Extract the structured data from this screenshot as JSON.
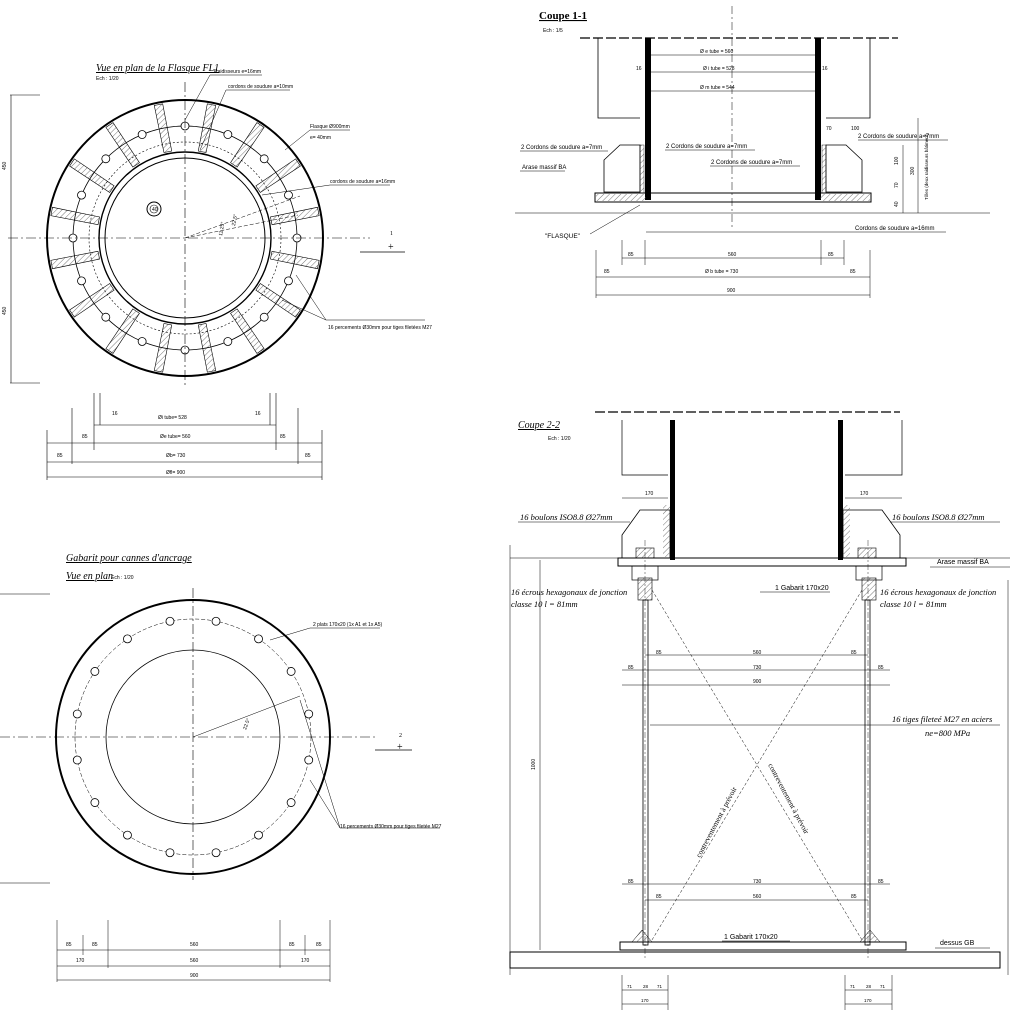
{
  "plan_view": {
    "title": "Vue en plan de la Flasque  FL1",
    "scale": "Ech : 1/20",
    "labels": {
      "raidisseurs": "Raidisseurs e=16mm",
      "cordons10": "cordons de soudure a=10mm",
      "flasque1": "Flasque Ø900mm",
      "flasque2": "e= 40mm",
      "cordon16": "cordons de soudure a=16mm",
      "percements": "16 percements Ø30mm pour tiges filetées M27",
      "hole": "40",
      "angle1": "22.5°",
      "angle2": "11.25°",
      "section_mark": "1"
    },
    "vdims": [
      "450",
      "450"
    ],
    "dims": {
      "t16a": "16",
      "t16b": "16",
      "ti": "Øi tube=  528",
      "a85a": "85",
      "a85b": "85",
      "te": "Øe tube=  560",
      "b85a": "85",
      "b85b": "85",
      "tb": "Øb=  730",
      "tfl": "Øfl=  900"
    }
  },
  "coupe11": {
    "title": "Coupe 1-1",
    "scale": "Ech : 1/5",
    "labels": {
      "oe": "Ø e tube = 560",
      "oi": "Ø i tube = 528",
      "om": "Ø m tube = 544",
      "s16a": "16",
      "s16b": "16",
      "d70": "70",
      "d100": "100",
      "cord7r": "2 Cordons de soudure a=7mm",
      "cord7l": "2 Cordons de soudure a=7mm",
      "cord7c1": "2 Cordons de soudure a=7mm",
      "cord7c2": "2 Cordons de soudure a=7mm",
      "arase": "Arase massif BA",
      "flasque": "\"FLASQUE\"",
      "cord16": "Cordons de soudure a=16mm",
      "v100": "100",
      "v70": "70",
      "v40": "40",
      "v300": "300",
      "raid_side": "Tôles (deux raidisseurs bâtiment)",
      "b85a": "85",
      "b560": "560",
      "b85b": "85",
      "c85a": "85",
      "cob": "Ø b tube = 730",
      "c85b": "85",
      "c900": "900"
    }
  },
  "gabarit": {
    "title": "Gabarit pour cannes d'ancrage",
    "subtitle": "Vue en plan",
    "scale": "Ech : 1/20",
    "labels": {
      "plats": "2 plats 170x20 (1x A1 et 1x A5)",
      "angle": "22.5°",
      "percements": "16 percements Ø30mm pour tiges filetée M27",
      "section_mark": "2"
    },
    "dims": {
      "d85a": "85",
      "d85b": "85",
      "d560": "560",
      "d85c": "85",
      "d85d": "85",
      "d170a": "170",
      "d560b": "560",
      "d170b": "170",
      "d900": "900"
    }
  },
  "coupe22": {
    "title": "Coupe 2-2",
    "scale": "Ech : 1/20",
    "labels": {
      "d170a": "170",
      "d170b": "170",
      "boulons_l": "16 boulons ISO8.8  Ø27mm",
      "boulons_r": "16 boulons ISO8.8  Ø27mm",
      "arase": "Arase massif BA",
      "gabarit_top": "1 Gabarit 170x20",
      "ecrous_l1": "16 écrous hexagonaux de jonction",
      "ecrous_l2": "classe 10        l = 81mm",
      "ecrous_r1": "16 écrous hexagonaux de jonction",
      "ecrous_r2": "classe 10        l = 81mm",
      "u560": "560",
      "u85a": "85",
      "u85b": "85",
      "u730": "730",
      "u85c": "85",
      "u85d": "85",
      "u900": "900",
      "tiges1": "16 tiges fileteé M27 en aciers",
      "tiges2": "ne=800 MPa",
      "contrev1": "contreventement à prévoir",
      "contrev2": "contreventement à prévoir",
      "vdim": "1000",
      "l85a": "85",
      "l730": "730",
      "l85b": "85",
      "m85a": "85",
      "m560": "560",
      "m85b": "85",
      "gabarit_bot": "1 Gabarit 170x20",
      "dessus": "dessus GB",
      "b71a": "71",
      "b28a": "28",
      "b71b": "71",
      "b170a": "170",
      "b71c": "71",
      "b28b": "28",
      "b71d": "71",
      "b170b": "170"
    }
  }
}
